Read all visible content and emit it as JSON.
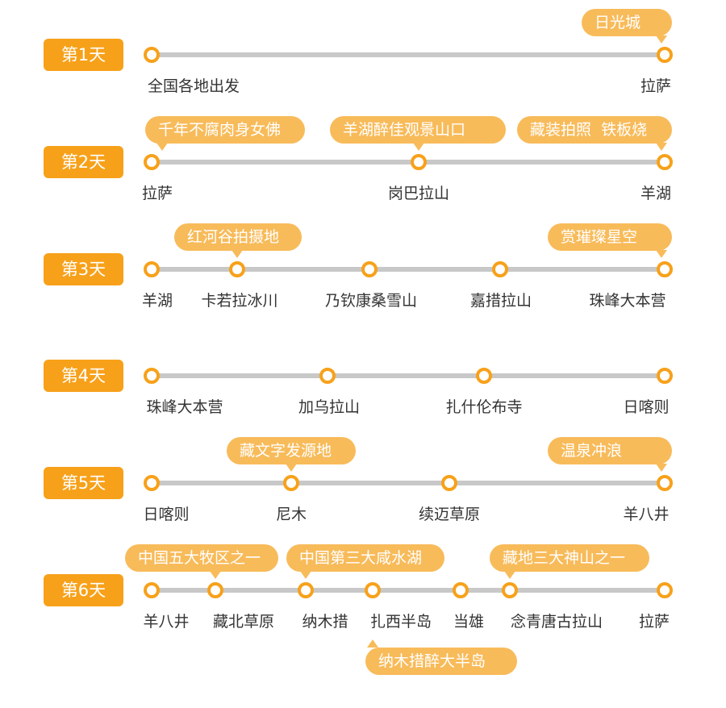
{
  "colors": {
    "accent": "#F7A11A",
    "callout": "#F8BB5A",
    "track": "#C8C8C8",
    "text": "#333333"
  },
  "days": [
    {
      "label": "第1天",
      "stops": [
        {
          "name": "全国各地出发"
        },
        {
          "name": "拉萨",
          "tag": "日光城"
        }
      ]
    },
    {
      "label": "第2天",
      "stops": [
        {
          "name": "拉萨",
          "tag": "千年不腐肉身女佛"
        },
        {
          "name": "岗巴拉山",
          "tag": "羊湖醉佳观景山口"
        },
        {
          "name": "羊湖",
          "tag": "藏装拍照  铁板烧"
        }
      ]
    },
    {
      "label": "第3天",
      "stops": [
        {
          "name": "羊湖"
        },
        {
          "name": "卡若拉冰川",
          "tag": "红河谷拍摄地"
        },
        {
          "name": "乃钦康桑雪山"
        },
        {
          "name": "嘉措拉山"
        },
        {
          "name": "珠峰大本营",
          "tag": "赏璀璨星空"
        }
      ]
    },
    {
      "label": "第4天",
      "stops": [
        {
          "name": "珠峰大本营"
        },
        {
          "name": "加乌拉山"
        },
        {
          "name": "扎什伦布寺"
        },
        {
          "name": "日喀则"
        }
      ]
    },
    {
      "label": "第5天",
      "stops": [
        {
          "name": "日喀则"
        },
        {
          "name": "尼木",
          "tag": "藏文字发源地"
        },
        {
          "name": "续迈草原"
        },
        {
          "name": "羊八井",
          "tag": "温泉冲浪"
        }
      ]
    },
    {
      "label": "第6天",
      "stops": [
        {
          "name": "羊八井"
        },
        {
          "name": "藏北草原",
          "tag": "中国五大牧区之一"
        },
        {
          "name": "纳木措",
          "tag": "中国第三大咸水湖"
        },
        {
          "name": "扎西半岛",
          "tag_below": "纳木措醉大半岛"
        },
        {
          "name": "当雄"
        },
        {
          "name": "念青唐古拉山",
          "tag": "藏地三大神山之一"
        },
        {
          "name": "拉萨"
        }
      ]
    }
  ]
}
